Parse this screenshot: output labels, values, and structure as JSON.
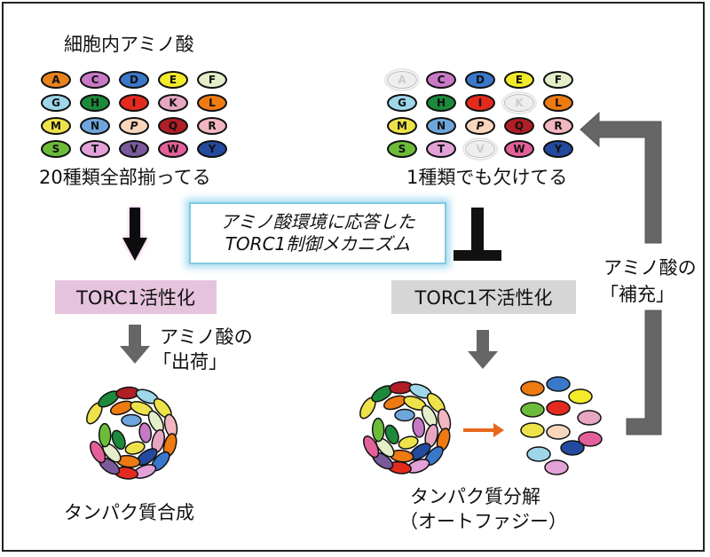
{
  "left": {
    "title": "細胞内アミノ酸",
    "status": "20種類全部揃ってる",
    "torc_state": "TORC1活性化",
    "torc_color": "#e6c3dc",
    "export_label_line1": "アミノ酸の",
    "export_label_line2": "「出荷」",
    "process": "タンパク質合成"
  },
  "right": {
    "status": "1種類でも欠けてる",
    "torc_state": "TORC1不活性化",
    "torc_color": "#d6d6d6",
    "replenish_label_line1": "アミノ酸の",
    "replenish_label_line2": "「補充」",
    "process_line1": "タンパク質分解",
    "process_line2": "（オートファジー）"
  },
  "center": {
    "line1": "アミノ酸環境に応答した",
    "line2": "TORC1制御メカニズム"
  },
  "amino_acids": [
    {
      "letter": "A",
      "color": "#e8821e"
    },
    {
      "letter": "C",
      "color": "#c879c6"
    },
    {
      "letter": "D",
      "color": "#3a78c9"
    },
    {
      "letter": "E",
      "color": "#f2ea2a"
    },
    {
      "letter": "F",
      "color": "#e4eec8"
    },
    {
      "letter": "G",
      "color": "#9ed6ea"
    },
    {
      "letter": "H",
      "color": "#1c8a3a"
    },
    {
      "letter": "I",
      "color": "#e42a1e"
    },
    {
      "letter": "K",
      "color": "#e7a6c2"
    },
    {
      "letter": "L",
      "color": "#ee7a12"
    },
    {
      "letter": "M",
      "color": "#eee24a"
    },
    {
      "letter": "N",
      "color": "#6ea6dc"
    },
    {
      "letter": "P",
      "color": "#f8d6bc"
    },
    {
      "letter": "Q",
      "color": "#b01e26"
    },
    {
      "letter": "R",
      "color": "#f2b6c0"
    },
    {
      "letter": "S",
      "color": "#6cbc3a"
    },
    {
      "letter": "T",
      "color": "#e2a2d8"
    },
    {
      "letter": "V",
      "color": "#7a5a9c"
    },
    {
      "letter": "W",
      "color": "#e4609a"
    },
    {
      "letter": "Y",
      "color": "#234a9e"
    }
  ],
  "missing_right": [
    "A",
    "K",
    "V"
  ],
  "italic_letters": [
    "P"
  ],
  "colors": {
    "arrow_gray": "#666666",
    "arrow_orange": "#e8681e",
    "center_border": "#7fcbe0"
  }
}
